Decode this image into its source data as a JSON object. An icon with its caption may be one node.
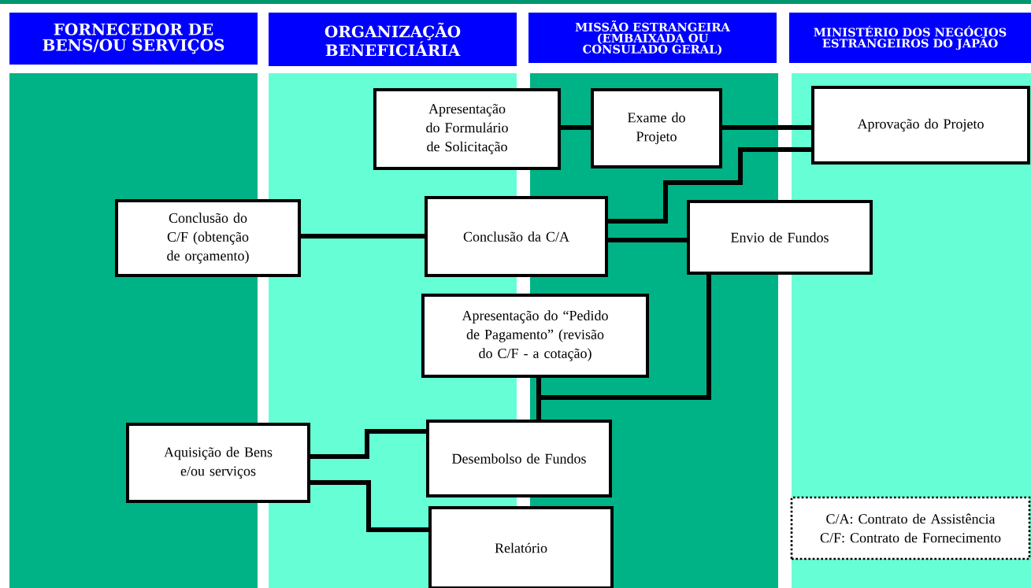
{
  "diagram": {
    "nodes": [
      {
        "text": [
          "FORNECEDOR DE BENS/OU SERVIÇOS"
        ]
      },
      {
        "text": [
          "ORGANIZAÇÃO BENEFICIÁRIA"
        ]
      },
      {
        "text": [
          "MISSÃO ESTRANGEIRA (EMBAIXADA OU CONSULADO GERAL)"
        ]
      },
      {
        "text": [
          "MINISTÉRIO DOS NEGÓCIOS ESTRANGEIROS DO JAPÃO"
        ]
      },
      {
        "text": [
          "Apresentação do Formulário de Solicitação"
        ]
      },
      {
        "text": [
          "Exame do Projeto"
        ]
      },
      {
        "text": [
          "Aprovação do Projeto"
        ]
      },
      {
        "text": [
          "Conclusão do C/F (obtenção de orçamento)"
        ]
      },
      {
        "text": [
          "Conclusão da C/A"
        ]
      },
      {
        "text": [
          "Envio de Fundos"
        ]
      },
      {
        "text": [
          "Apresentação do “Pedido de Pagamento” (revisão do C/F - a cotação)"
        ]
      },
      {
        "text": [
          "Desembolso de Fundos"
        ]
      },
      {
        "text": [
          "Aquisição de Bens e/ou serviços"
        ]
      },
      {
        "text": [
          "Relatório"
        ]
      },
      {
        "text": [
          "C/A: Contrato de Assistência",
          "C/F: Contrato de Fornecimento"
        ]
      }
    ],
    "edges": [
      {
        "from": 4,
        "to": 5,
        "arrow": "none"
      },
      {
        "from": 5,
        "to": 6,
        "arrow": "none"
      },
      {
        "from": 6,
        "to": 8,
        "arrow": "none"
      },
      {
        "from": 7,
        "to": 8,
        "arrow": "none"
      },
      {
        "from": 8,
        "to": 9,
        "arrow": "none"
      },
      {
        "from": 9,
        "to": 11,
        "arrow": "none"
      },
      {
        "from": 10,
        "to": 11,
        "arrow": "none"
      },
      {
        "from": 12,
        "to": 11,
        "arrow": "none"
      },
      {
        "from": 12,
        "to": 13,
        "arrow": "none"
      }
    ]
  }
}
